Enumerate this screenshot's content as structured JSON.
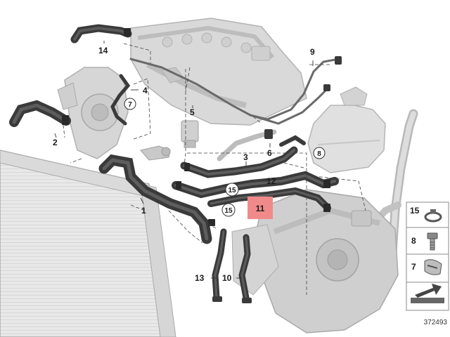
{
  "diagram": {
    "callouts": {
      "c1": "1",
      "c2": "2",
      "c3": "3",
      "c4": "4",
      "c5": "5",
      "c6": "6",
      "c7": "7",
      "c8": "8",
      "c9": "9",
      "c10": "10",
      "c11": "11",
      "c12": "12",
      "c13": "13",
      "c14": "14",
      "c15a": "15",
      "c15b": "15"
    },
    "highlighted_part": "11",
    "legend": [
      {
        "number": "15",
        "icon": "hose-clamp-icon"
      },
      {
        "number": "8",
        "icon": "bolt-icon"
      },
      {
        "number": "7",
        "icon": "cable-tie-clip-icon"
      }
    ],
    "footer_icon": "ground-arrow-icon",
    "reference_number": "372493",
    "colors": {
      "hose": "#3a3a3a",
      "engine": "#c8c8c8",
      "highlight": "#f08a8a"
    }
  }
}
